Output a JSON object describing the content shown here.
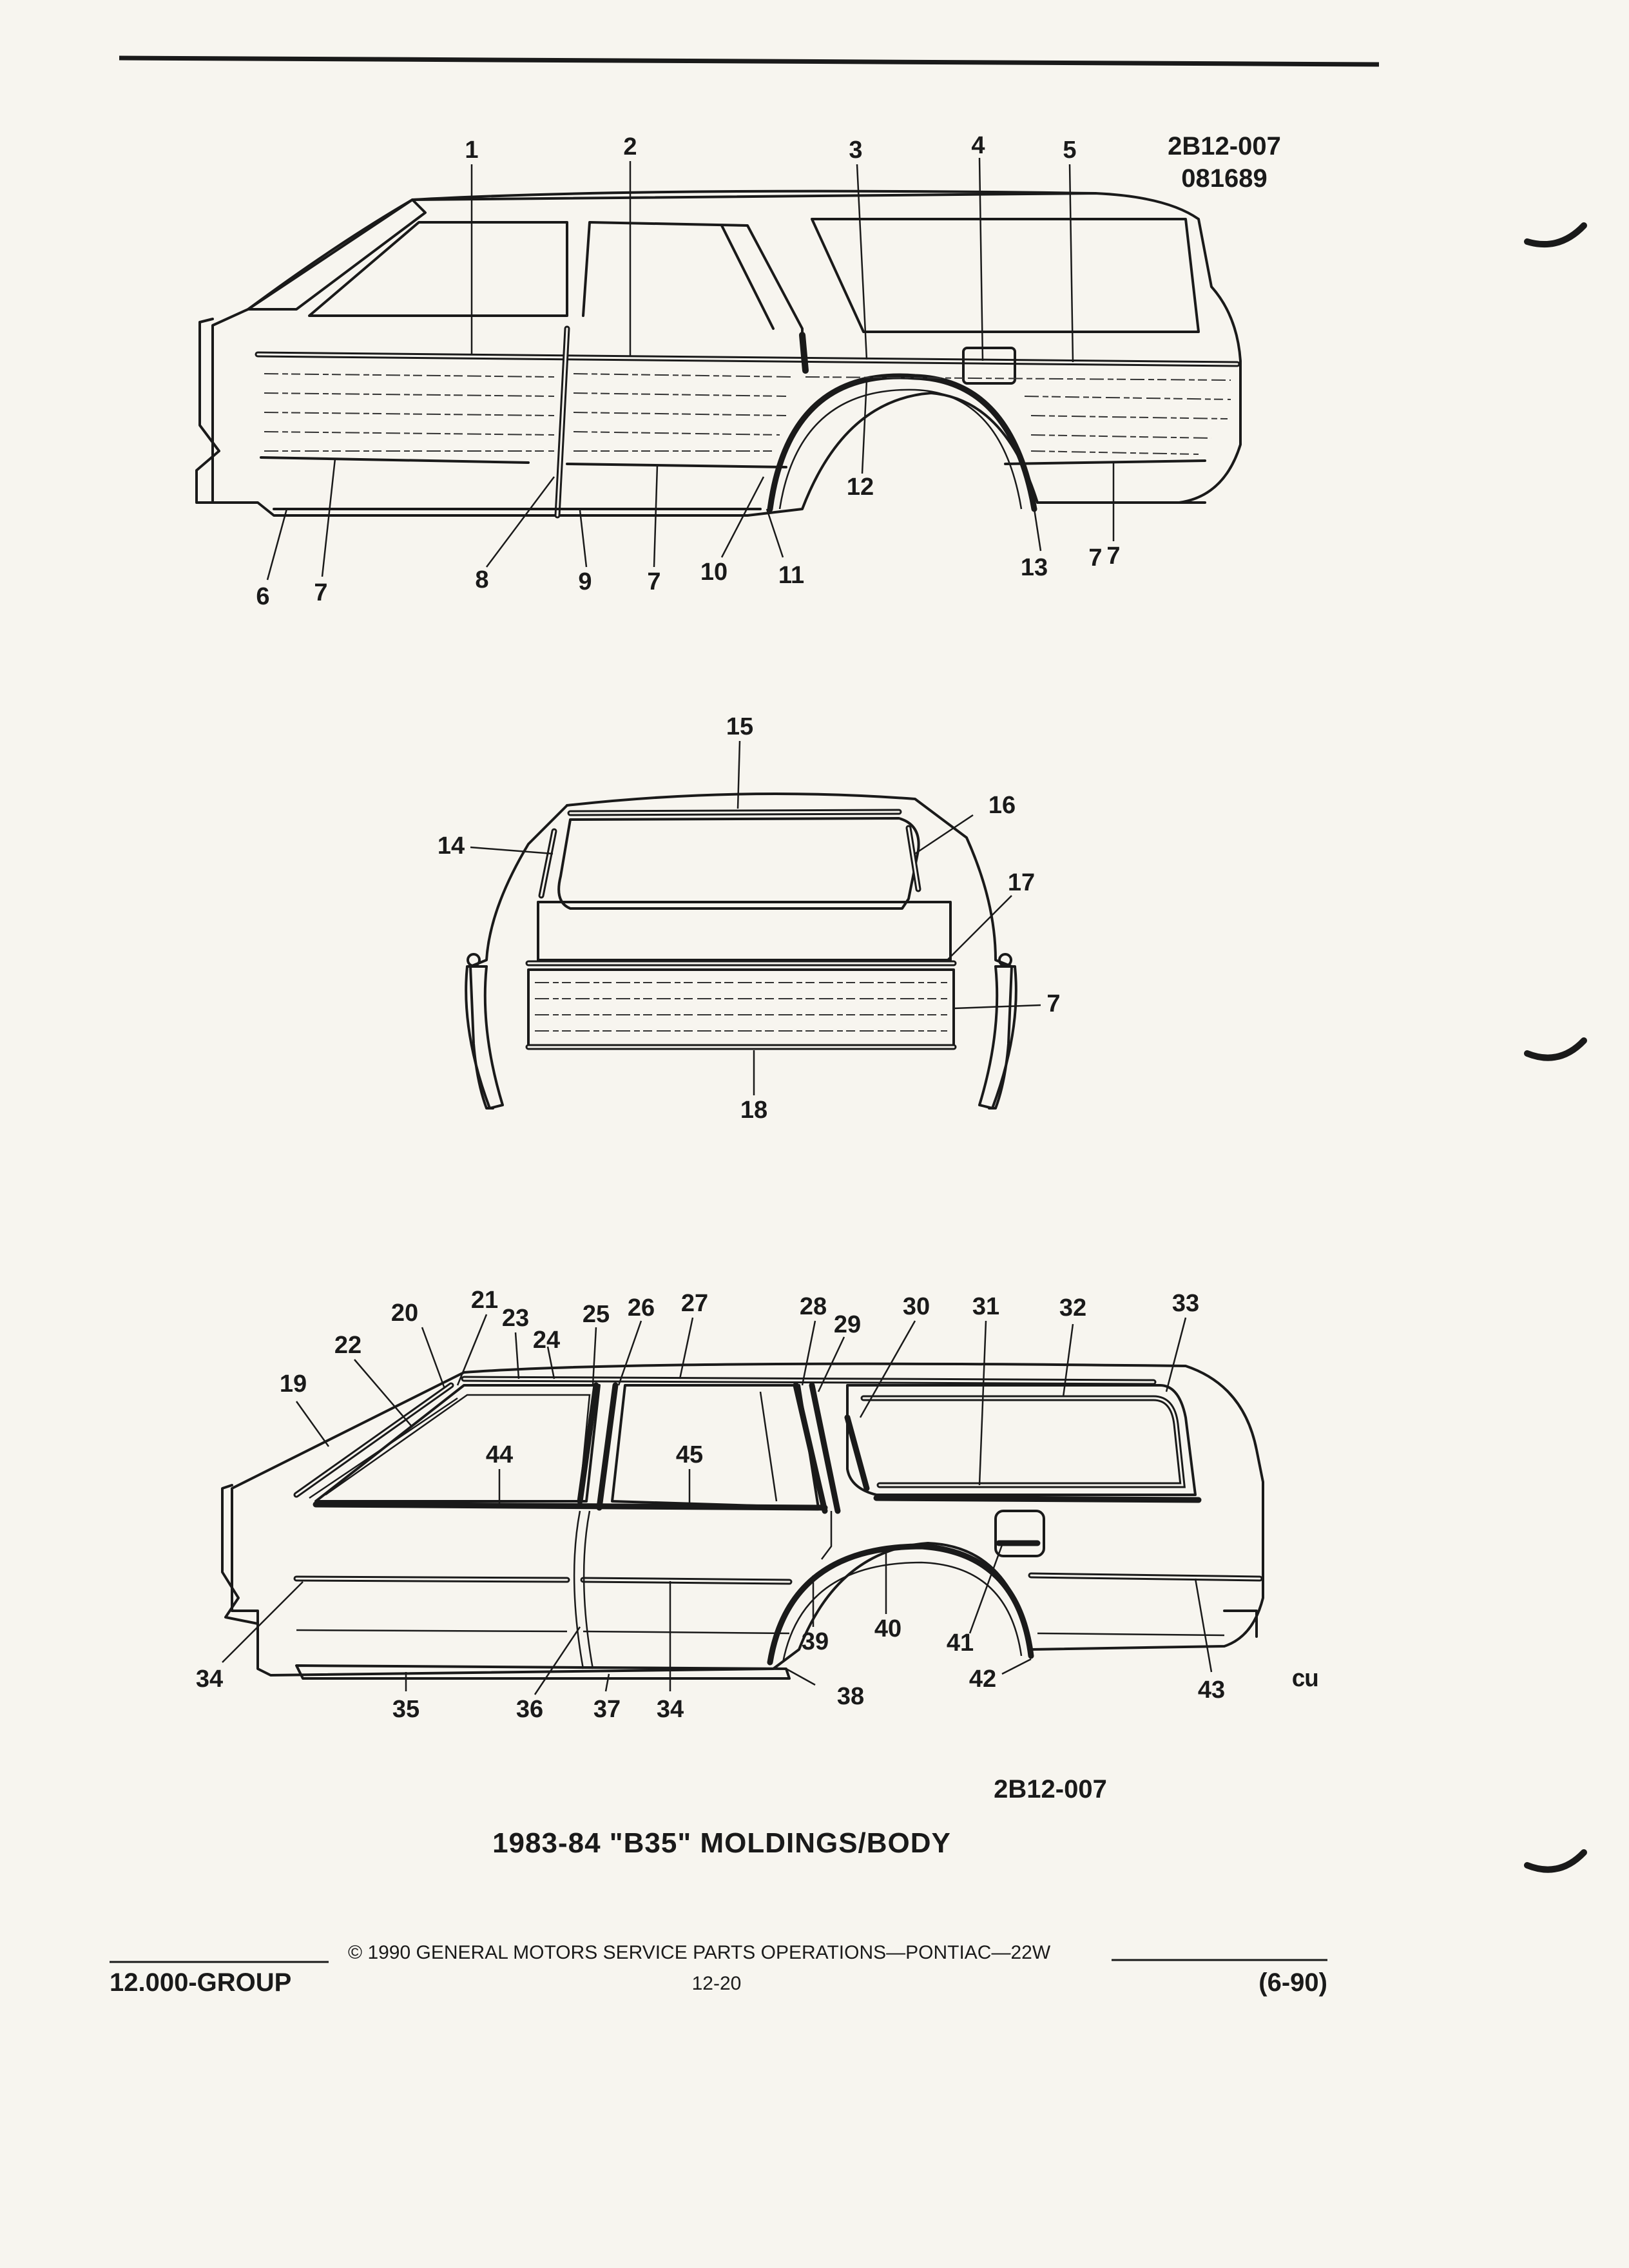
{
  "figure": {
    "code_top": "2B12-007",
    "number_top": "081689",
    "code_bottom": "2B12-007",
    "title": "1983-84 \"B35\" MOLDINGS/BODY"
  },
  "side_view_callouts": [
    "1",
    "2",
    "3",
    "4",
    "5",
    "6",
    "7",
    "7",
    "8",
    "9",
    "7",
    "10",
    "11",
    "12",
    "13",
    "7"
  ],
  "rear_view_callouts": [
    "14",
    "15",
    "16",
    "17",
    "7",
    "18"
  ],
  "lower_view_callouts": [
    "19",
    "20",
    "21",
    "22",
    "23",
    "24",
    "25",
    "26",
    "27",
    "28",
    "29",
    "30",
    "31",
    "32",
    "33",
    "44",
    "45",
    "34",
    "35",
    "36",
    "37",
    "34",
    "38",
    "39",
    "40",
    "41",
    "42",
    "43"
  ],
  "mark": "ᶜᵘ",
  "footer": {
    "group": "12.000-GROUP",
    "copyright": "©  1990  GENERAL MOTORS SERVICE PARTS OPERATIONS—PONTIAC—22W",
    "page": "12-20",
    "revision": "(6-90)"
  }
}
